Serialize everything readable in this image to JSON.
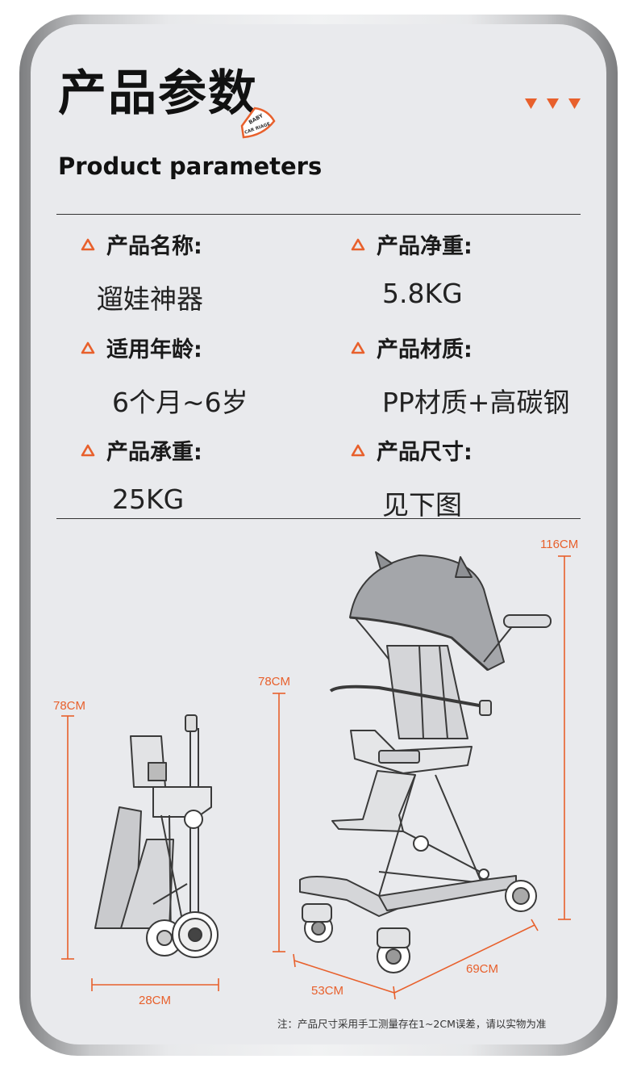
{
  "header": {
    "title_cn": "产品参数",
    "title_en": "Product parameters",
    "badge_line1": "BABY",
    "badge_line2": "CAR RIAGE"
  },
  "params": [
    {
      "label": "产品名称:",
      "value": "遛娃神器"
    },
    {
      "label": "产品净重:",
      "value": "5.8KG"
    },
    {
      "label": "适用年龄:",
      "value": "6个月~6岁"
    },
    {
      "label": "产品材质:",
      "value": "PP材质+高碳钢"
    },
    {
      "label": "产品承重:",
      "value": "25KG"
    },
    {
      "label": "产品尺寸:",
      "value": "见下图"
    }
  ],
  "dimensions": {
    "folded_height": "78CM",
    "folded_width": "28CM",
    "seat_height": "78CM",
    "total_height": "116CM",
    "width": "53CM",
    "length": "69CM"
  },
  "note": "注：产品尺寸采用手工测量存在1~2CM误差，请以实物为准",
  "colors": {
    "accent": "#e8602c",
    "card": "#e9eaed",
    "text": "#111111"
  }
}
